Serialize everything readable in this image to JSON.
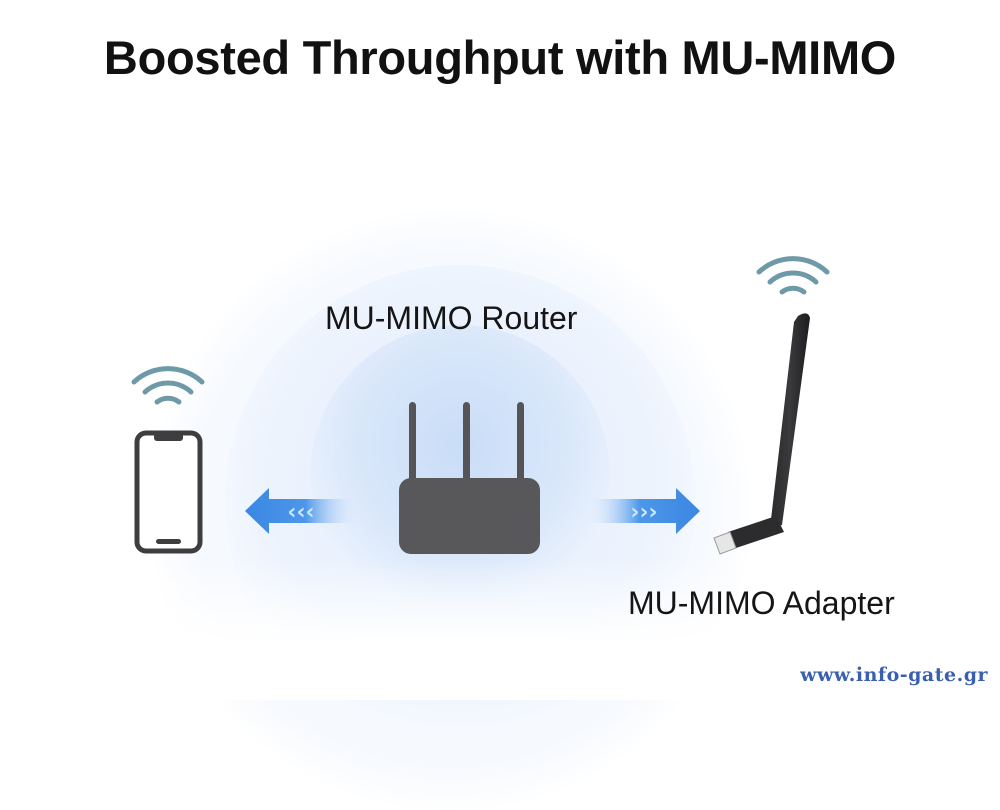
{
  "title": "Boosted Throughput with MU-MIMO",
  "nodes": {
    "router": {
      "label": "MU-MIMO Router",
      "icon": "router-icon"
    },
    "phone": {
      "label": "",
      "icon": "smartphone-icon"
    },
    "adapter": {
      "label": "MU-MIMO Adapter",
      "icon": "usb-wifi-adapter-icon"
    }
  },
  "arrows": [
    {
      "from": "router",
      "to": "phone",
      "direction": "left",
      "glyph": "‹‹‹"
    },
    {
      "from": "router",
      "to": "adapter",
      "direction": "right",
      "glyph": "›››"
    }
  ],
  "colors": {
    "device": "#58585a",
    "arrow": "#3d8de6",
    "wifi": "#6e9aa8",
    "halo": "#d3e4fa",
    "watermark": "#3a5fb0"
  },
  "watermark": "www.info-gate.gr"
}
